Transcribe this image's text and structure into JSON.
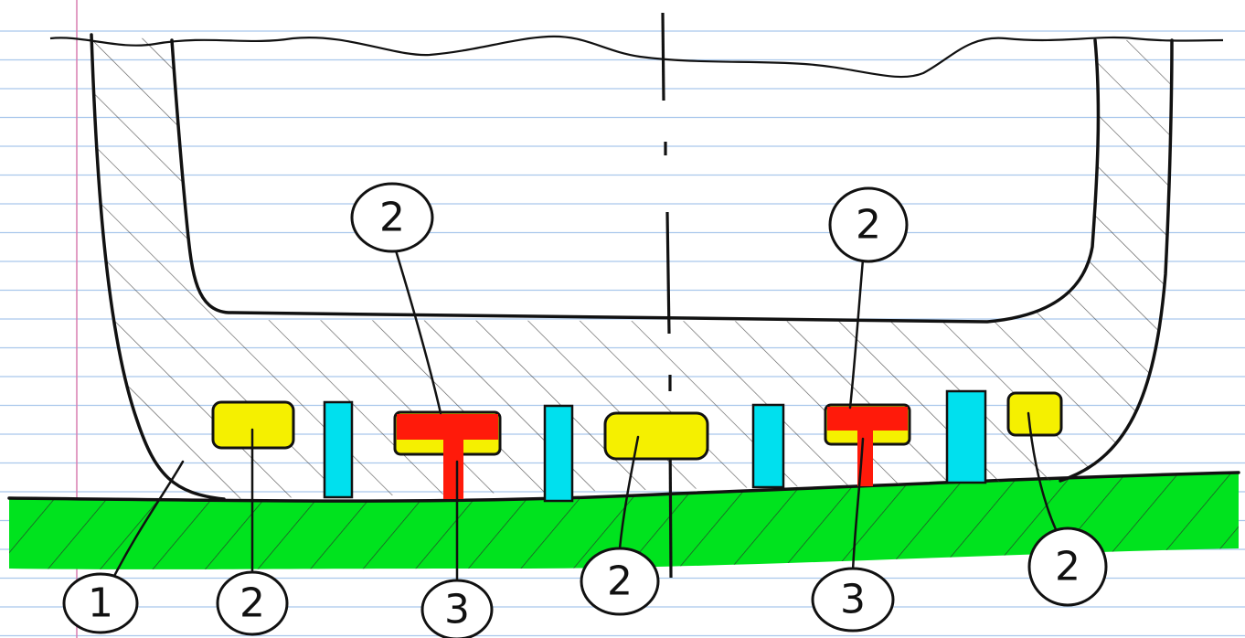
{
  "colors": {
    "paper": "#ffffff",
    "ruled_lines": "#a9c8ec",
    "margin_line": "#d87fb0",
    "ink": "#111111",
    "soil": "#00e31e",
    "yellow_insert": "#f5f000",
    "red_insert": "#ff1a0a",
    "cyan_insert": "#00e0ee"
  },
  "callouts": [
    {
      "id": "1",
      "label": "1"
    },
    {
      "id": "2a",
      "label": "2"
    },
    {
      "id": "3a",
      "label": "3"
    },
    {
      "id": "2b",
      "label": "2"
    },
    {
      "id": "3b",
      "label": "3"
    },
    {
      "id": "2c",
      "label": "2"
    },
    {
      "id": "2d",
      "label": "2"
    },
    {
      "id": "2e",
      "label": "2"
    }
  ],
  "parts": {
    "yellow_pads": 3,
    "t_inserts": 2,
    "cyan_bars": 4
  }
}
